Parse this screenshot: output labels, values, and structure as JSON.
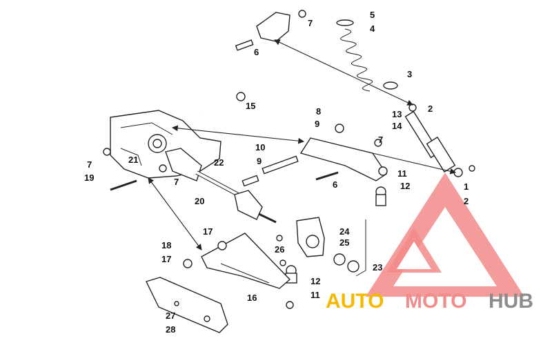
{
  "diagram": {
    "callouts": [
      "1",
      "2",
      "2",
      "3",
      "4",
      "5",
      "6",
      "6",
      "7",
      "7",
      "7",
      "7",
      "8",
      "9",
      "9",
      "10",
      "11",
      "11",
      "12",
      "12",
      "13",
      "14",
      "15",
      "16",
      "17",
      "17",
      "18",
      "19",
      "20",
      "21",
      "22",
      "23",
      "24",
      "25",
      "26",
      "27",
      "28"
    ]
  },
  "watermark": {
    "word_1": "AUTO",
    "word_2": "MOTO",
    "word_3": "HUB",
    "colors": {
      "auto": "#f5b800",
      "moto": "#f08c8c",
      "hub": "#8c8c8c",
      "logo": "#f28b8b"
    }
  }
}
